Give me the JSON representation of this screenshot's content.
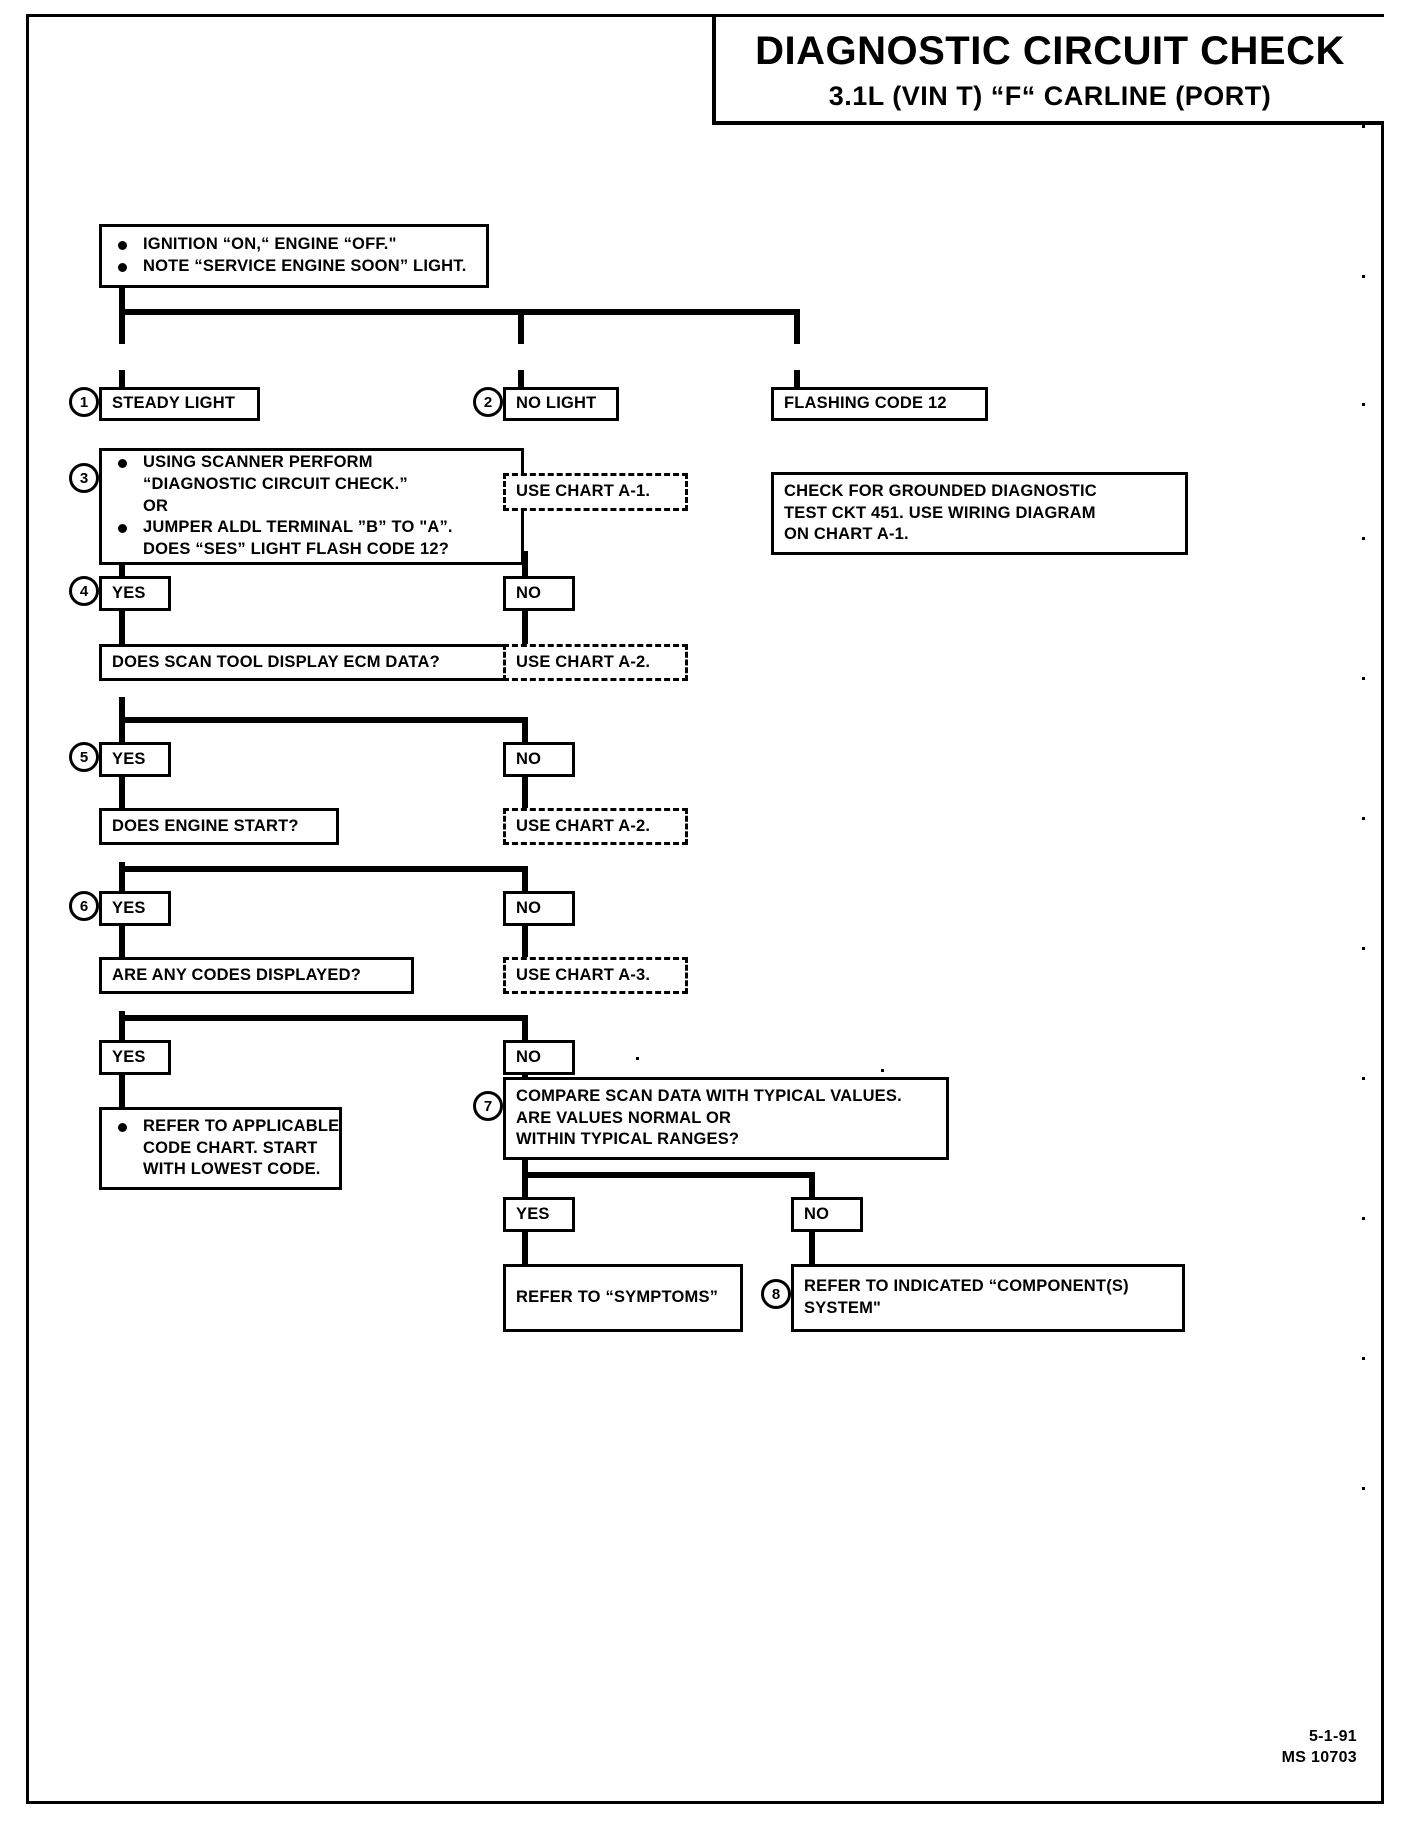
{
  "header": {
    "title": "DIAGNOSTIC CIRCUIT CHECK",
    "subtitle": "3.1L  (VIN T)  “F“  CARLINE  (PORT)"
  },
  "footer": {
    "date": "5-1-91",
    "doc_id": "MS 10703"
  },
  "steps": {
    "s1": "1",
    "s2": "2",
    "s3": "3",
    "s4": "4",
    "s5": "5",
    "s6": "6",
    "s7": "7",
    "s8": "8"
  },
  "nodes": {
    "start": {
      "bullet1": "IGNITION “ON,“ ENGINE  “OFF.\"",
      "bullet2": "NOTE “SERVICE ENGINE SOON” LIGHT."
    },
    "steady_light": "STEADY LIGHT",
    "no_light": "NO LIGHT",
    "flashing_code_12": "FLASHING CODE 12",
    "use_chart_a1": "USE CHART A-1.",
    "grounded_check": {
      "l1": "CHECK FOR GROUNDED DIAGNOSTIC",
      "l2": "TEST CKT 451.  USE WIRING DIAGRAM",
      "l3": "ON CHART A-1."
    },
    "scanner_perform": {
      "b1l1": "USING  SCANNER  PERFORM",
      "b1l2": "“DIAGNOSTIC CIRCUIT CHECK.”",
      "or": "OR",
      "b2l1": "JUMPER ALDL TERMINAL ”B” TO \"A”.",
      "b2l2": "DOES “SES” LIGHT FLASH CODE 12?"
    },
    "yes_4": "YES",
    "no_4": "NO",
    "scan_tool_data": "DOES SCAN TOOL  DISPLAY ECM DATA?",
    "use_chart_a2_a": "USE CHART A-2.",
    "yes_5": "YES",
    "no_5": "NO",
    "engine_start": "DOES ENGINE START?",
    "use_chart_a2_b": "USE CHART A-2.",
    "yes_6": "YES",
    "no_6": "NO",
    "codes_displayed": "ARE ANY CODES DISPLAYED?",
    "use_chart_a3": "USE CHART A-3.",
    "yes_7": "YES",
    "no_7": "NO",
    "refer_code_chart": {
      "l1": "REFER TO APPLICABLE",
      "l2": "CODE CHART.  START",
      "l3": "WITH LOWEST CODE."
    },
    "compare_scan": {
      "l1": "COMPARE SCAN DATA WITH TYPICAL VALUES.",
      "l2": "ARE VALUES NORMAL OR",
      "l3": "WITHIN TYPICAL RANGES?"
    },
    "yes_8": "YES",
    "no_8": "NO",
    "refer_symptoms": "REFER TO “SYMPTOMS”",
    "refer_component": {
      "l1": "REFER TO INDICATED “COMPONENT(S)",
      "l2": "SYSTEM\""
    }
  }
}
